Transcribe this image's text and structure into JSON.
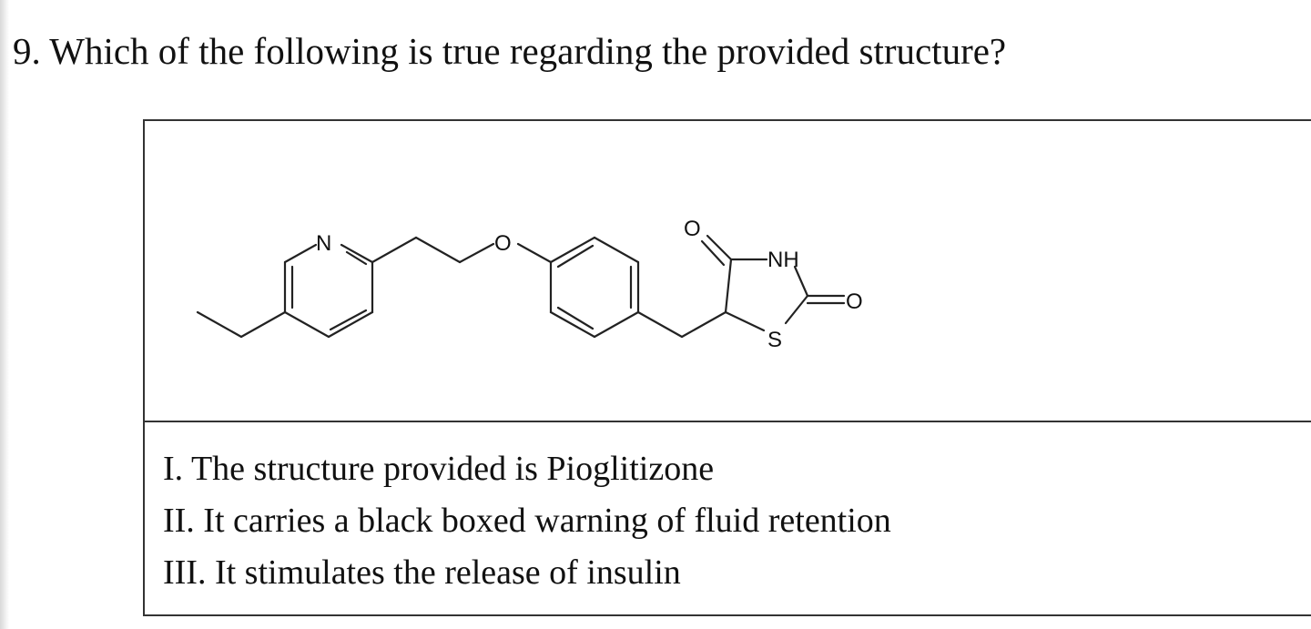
{
  "question": {
    "text": "9. Which of the following is true regarding the provided structure?"
  },
  "structure": {
    "atoms": {
      "n": "N",
      "o_ether": "O",
      "o_carbonyl_top": "O",
      "nh": "NH",
      "o_carbonyl_right": "O",
      "s": "S"
    }
  },
  "statements": [
    {
      "text": "I. The structure provided is Pioglitizone"
    },
    {
      "text": "II. It carries a black boxed warning of fluid retention"
    },
    {
      "text": "III. It stimulates the release of insulin"
    }
  ]
}
